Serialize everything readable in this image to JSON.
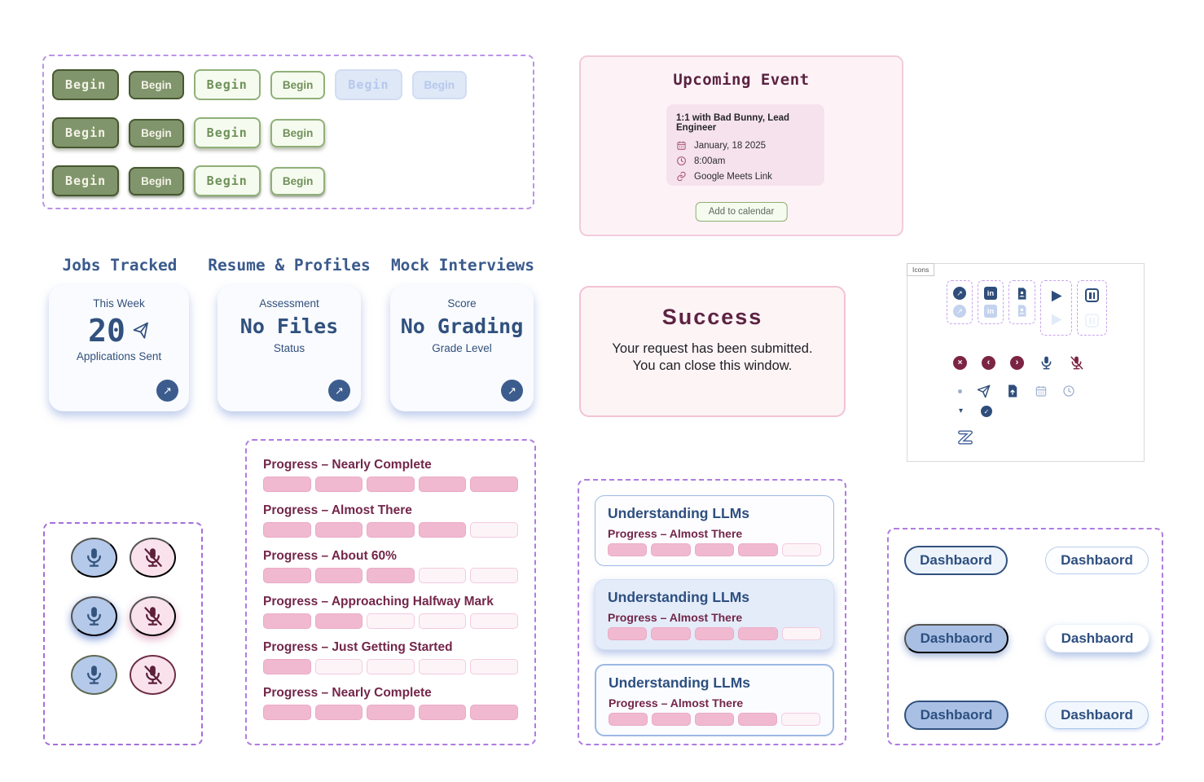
{
  "begin_section": {
    "rows": [
      {
        "buttons": [
          {
            "label": "Begin"
          },
          {
            "label": "Begin"
          },
          {
            "label": "Begin"
          },
          {
            "label": "Begin"
          },
          {
            "label": "Begin"
          },
          {
            "label": "Begin"
          }
        ]
      },
      {
        "buttons": [
          {
            "label": "Begin"
          },
          {
            "label": "Begin"
          },
          {
            "label": "Begin"
          },
          {
            "label": "Begin"
          }
        ]
      },
      {
        "buttons": [
          {
            "label": "Begin"
          },
          {
            "label": "Begin"
          },
          {
            "label": "Begin"
          },
          {
            "label": "Begin"
          }
        ]
      }
    ]
  },
  "upcoming_event": {
    "title": "Upcoming Event",
    "event": {
      "name": "1:1 with Bad Bunny, Lead Engineer",
      "date": "January, 18 2025",
      "time": "8:00am",
      "link": "Google Meets Link"
    },
    "button_label": "Add to calendar"
  },
  "stats": [
    {
      "heading": "Jobs Tracked",
      "top_label": "This Week",
      "value": "20",
      "bottom_label": "Applications Sent",
      "value_icon": "paper-plane-icon"
    },
    {
      "heading": "Resume & Profiles",
      "top_label": "Assessment",
      "value": "No Files",
      "bottom_label": "Status"
    },
    {
      "heading": "Mock Interviews",
      "top_label": "Score",
      "value": "No Grading",
      "bottom_label": "Grade Level"
    }
  ],
  "success_card": {
    "title": "Success",
    "body": "Your request has been submitted. You can close this window."
  },
  "icons_panel": {
    "label": "Icons",
    "paired_icons": [
      "arrow-up-right-circle",
      "linkedin",
      "resume-file",
      "play",
      "pause"
    ],
    "row2_icons": [
      "close-circle",
      "chevron-left-circle",
      "chevron-right-circle",
      "mic",
      "mic-off"
    ],
    "row3_icons": [
      "dot",
      "send",
      "file-upload",
      "calendar",
      "clock"
    ],
    "row4_icons": [
      "caret-down",
      "check-circle"
    ],
    "row5_icons": [
      "z-logo"
    ]
  },
  "mic_section": {
    "rows": [
      {
        "states": [
          "on",
          "off"
        ]
      },
      {
        "states": [
          "on",
          "off"
        ]
      },
      {
        "states": [
          "on",
          "off"
        ]
      }
    ]
  },
  "progress_section": {
    "items": [
      {
        "label": "Progress – Nearly Complete",
        "filled": 5,
        "total": 5
      },
      {
        "label": "Progress – Almost There",
        "filled": 4,
        "total": 5
      },
      {
        "label": "Progress – About 60%",
        "filled": 3,
        "total": 5
      },
      {
        "label": "Progress – Approaching Halfway Mark",
        "filled": 2,
        "total": 5
      },
      {
        "label": "Progress – Just Getting Started",
        "filled": 1,
        "total": 5
      },
      {
        "label": "Progress – Nearly Complete",
        "filled": 5,
        "total": 5
      }
    ]
  },
  "llm_cards": {
    "cards": [
      {
        "title": "Understanding LLMs",
        "progress_label": "Progress – Almost There",
        "filled": 4,
        "total": 5
      },
      {
        "title": "Understanding LLMs",
        "progress_label": "Progress – Almost There",
        "filled": 4,
        "total": 5
      },
      {
        "title": "Understanding LLMs",
        "progress_label": "Progress – Almost There",
        "filled": 4,
        "total": 5
      }
    ]
  },
  "dashboard_section": {
    "rows": [
      {
        "buttons": [
          {
            "label": "Dashbaord"
          },
          {
            "label": "Dashbaord"
          }
        ]
      },
      {
        "buttons": [
          {
            "label": "Dashbaord"
          },
          {
            "label": "Dashbaord"
          }
        ]
      },
      {
        "buttons": [
          {
            "label": "Dashbaord"
          },
          {
            "label": "Dashbaord"
          }
        ]
      }
    ]
  },
  "colors": {
    "accent_green": "#80956b",
    "accent_navy": "#31517e",
    "accent_maroon": "#5c2342",
    "progress_pink": "#f0b9d0",
    "dashed_border_purple": "#af7ce0"
  }
}
